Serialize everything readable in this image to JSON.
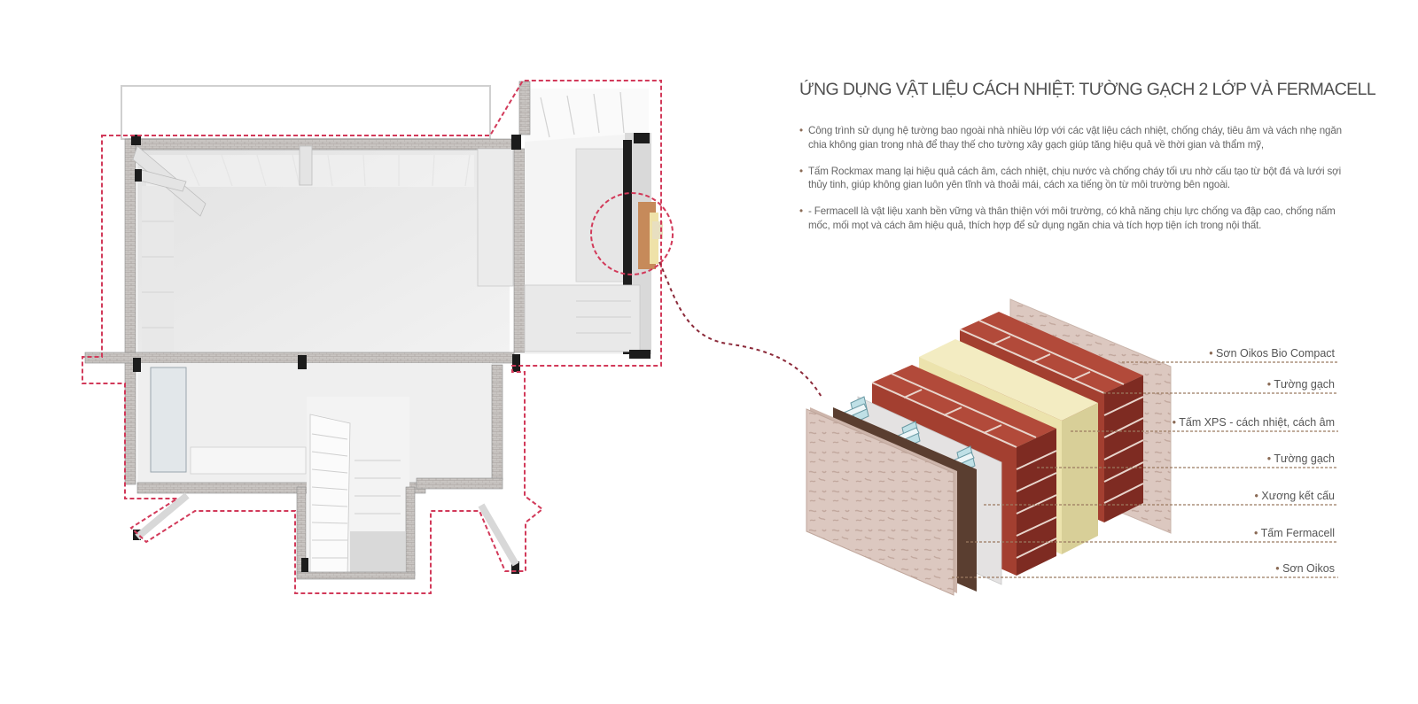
{
  "title": "ỨNG DỤNG VẬT LIỆU CÁCH NHIỆT: TƯỜNG GẠCH 2 LỚP VÀ FERMACELL",
  "paragraphs": [
    "Công trình sử dụng hệ tường bao ngoài nhà nhiều lớp với các vật liệu cách nhiệt, chống cháy, tiêu âm và vách nhẹ ngăn chia không gian trong nhà để thay thế cho tường xây gạch giúp tăng hiệu quả về thời gian và thẩm mỹ,",
    "Tấm Rockmax mang lại hiệu quả cách âm, cách nhiệt, chịu nước và chống cháy tối ưu nhờ cấu tạo từ bột đá và lưới sợi thủy tinh, giúp không gian luôn yên tĩnh và thoải mái, cách xa tiếng ồn từ môi trường bên ngoài.",
    "- Fermacell là vật liệu xanh bền vững và thân thiện với môi trường, có khả năng chịu lực chống va đập cao, chống nấm mốc, mối mọt và cách âm hiệu quả, thích hợp để sử dụng ngăn chia và tích hợp tiện ích trong nội thất."
  ],
  "layers": [
    "Sơn Oikos Bio Compact",
    "Tường gạch",
    "Tấm XPS - cách nhiệt, cách âm",
    "Tường gạch",
    "Xương kết cấu",
    "Tấm Fermacell",
    "Sơn Oikos"
  ],
  "colors": {
    "accent_dashed": "#d23a5a",
    "connector": "#8c2a3a",
    "leader_line": "#9a7a60",
    "brick": "#a83f32",
    "brick_dark": "#7a2a22",
    "xps": "#efe6b0",
    "fermacell": "#d8c4bc",
    "stud_board": "#5a3e30"
  }
}
